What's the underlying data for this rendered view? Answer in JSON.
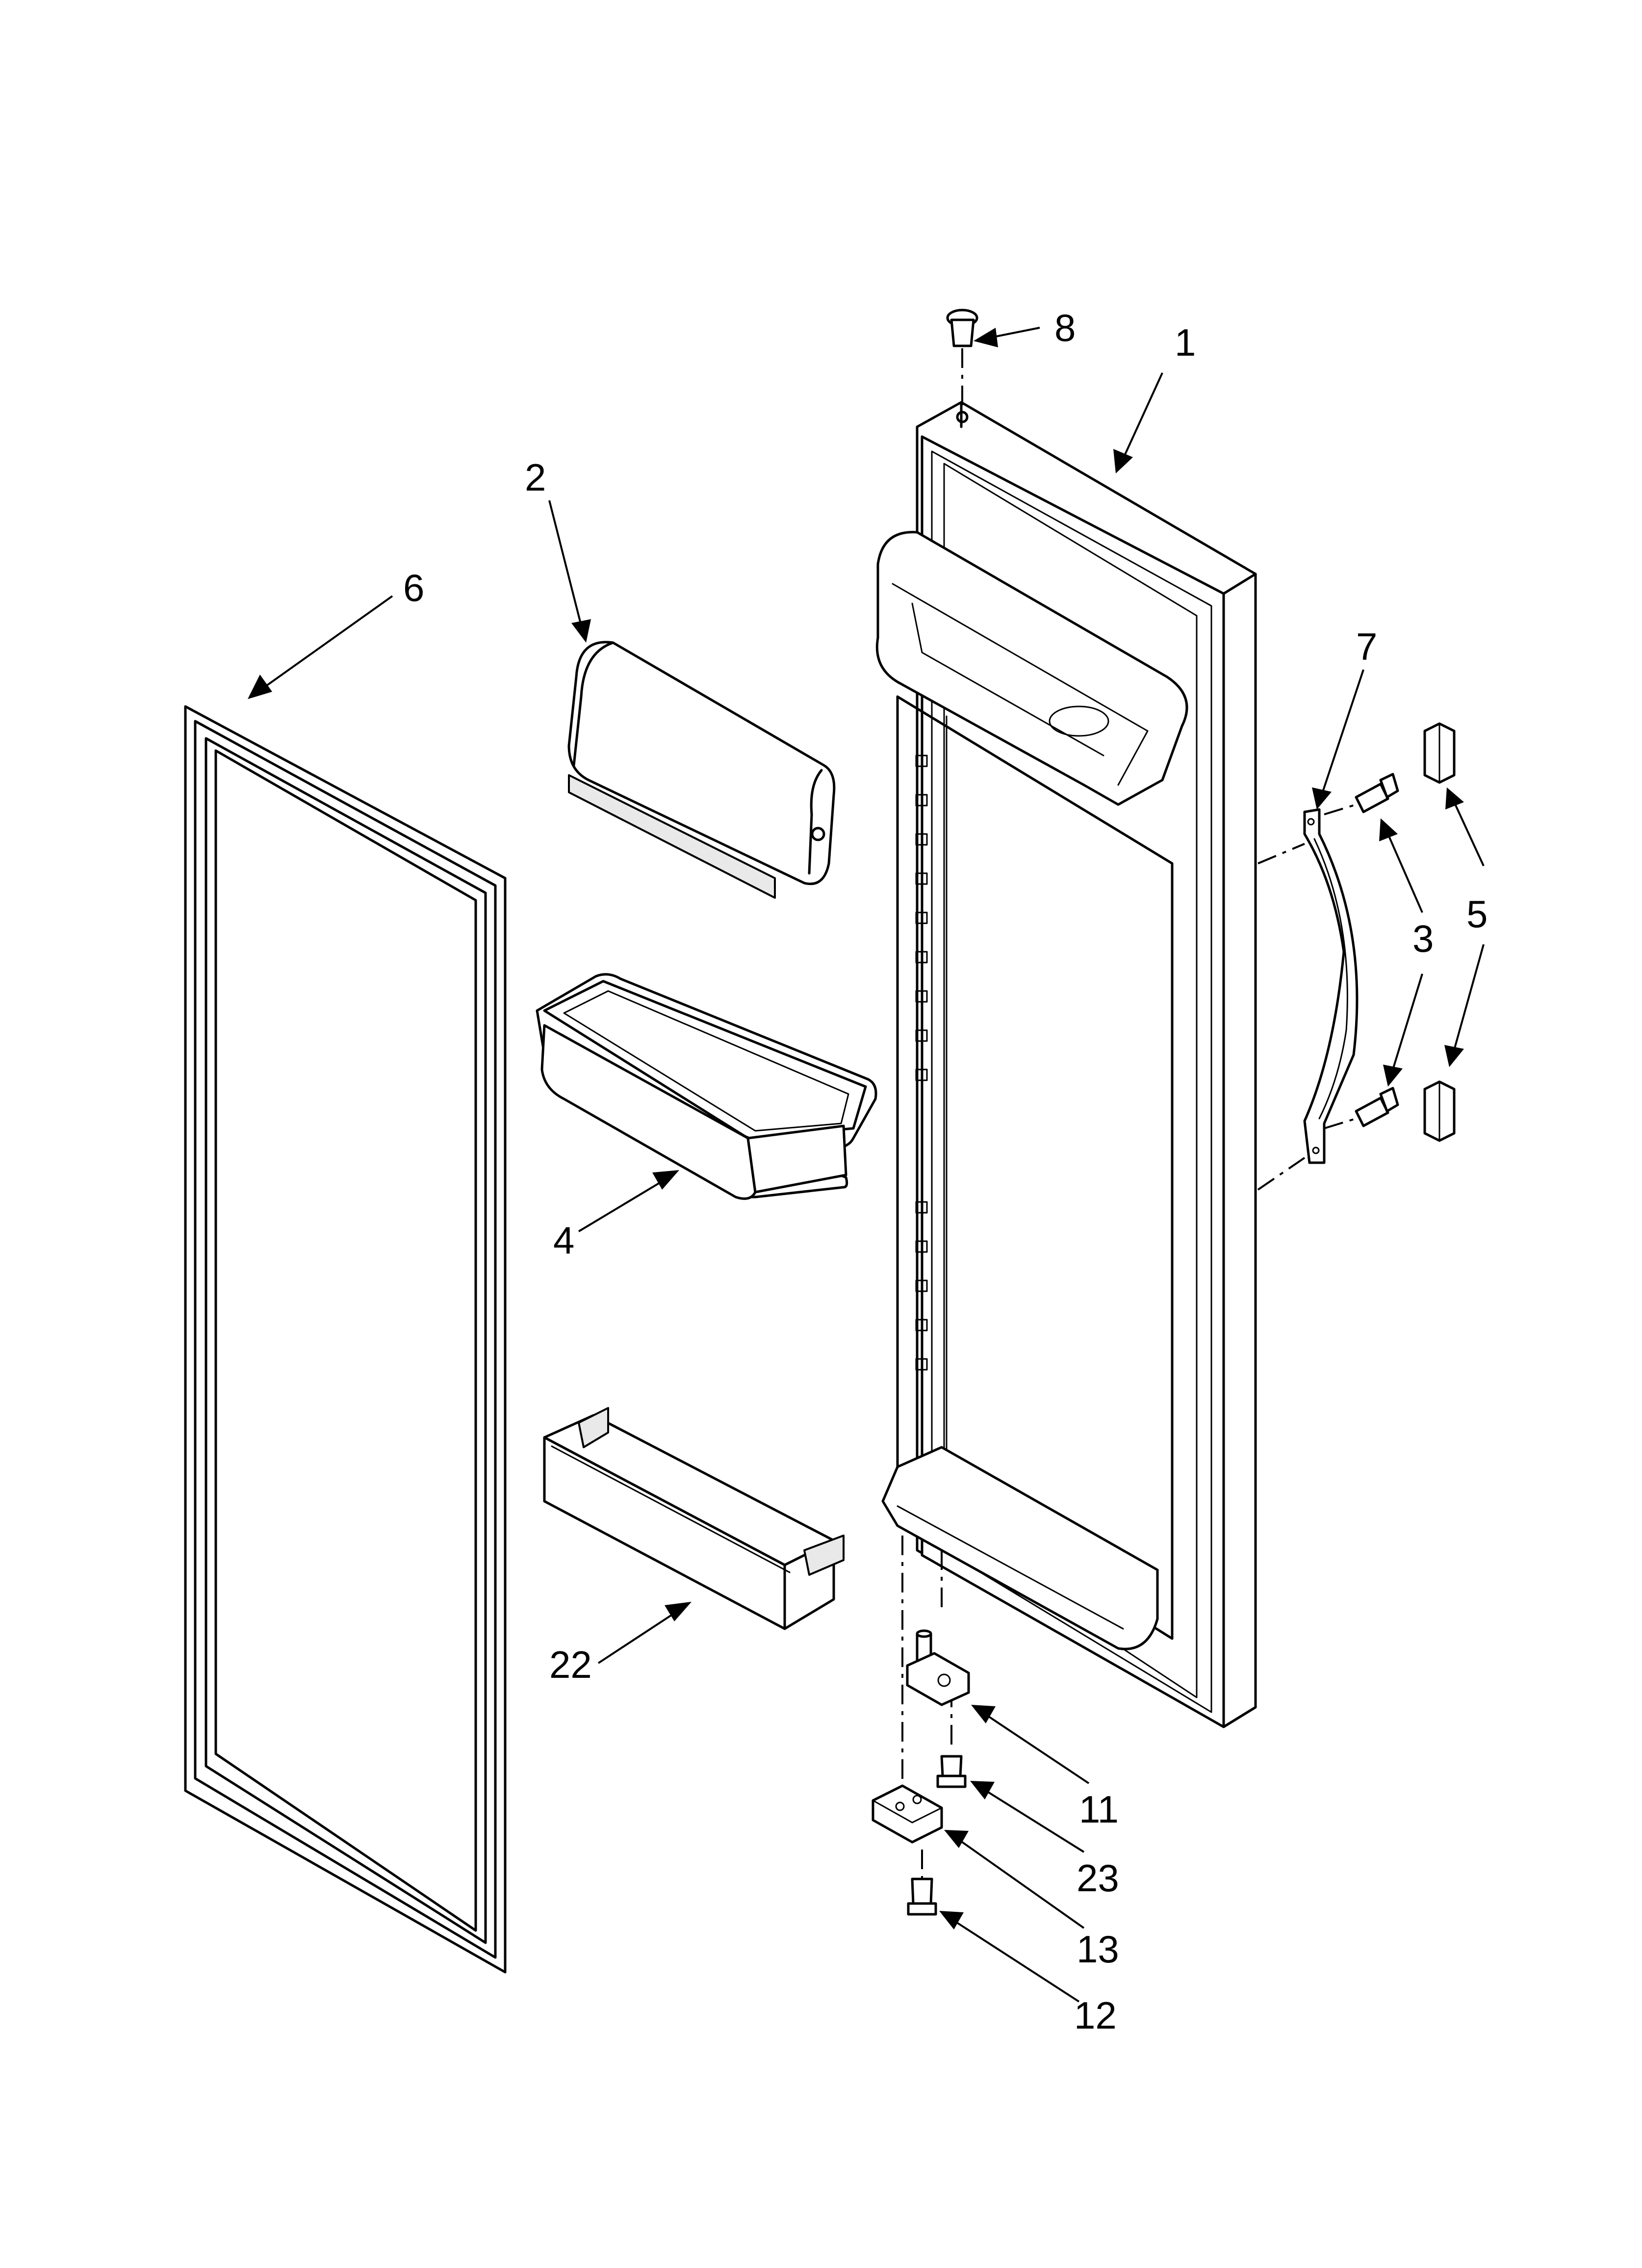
{
  "diagram": {
    "callouts": {
      "part_1": "1",
      "part_2": "2",
      "part_3": "3",
      "part_4": "4",
      "part_5": "5",
      "part_6": "6",
      "part_7": "7",
      "part_8": "8",
      "part_11": "11",
      "part_12": "12",
      "part_13": "13",
      "part_22": "22",
      "part_23": "23"
    }
  }
}
